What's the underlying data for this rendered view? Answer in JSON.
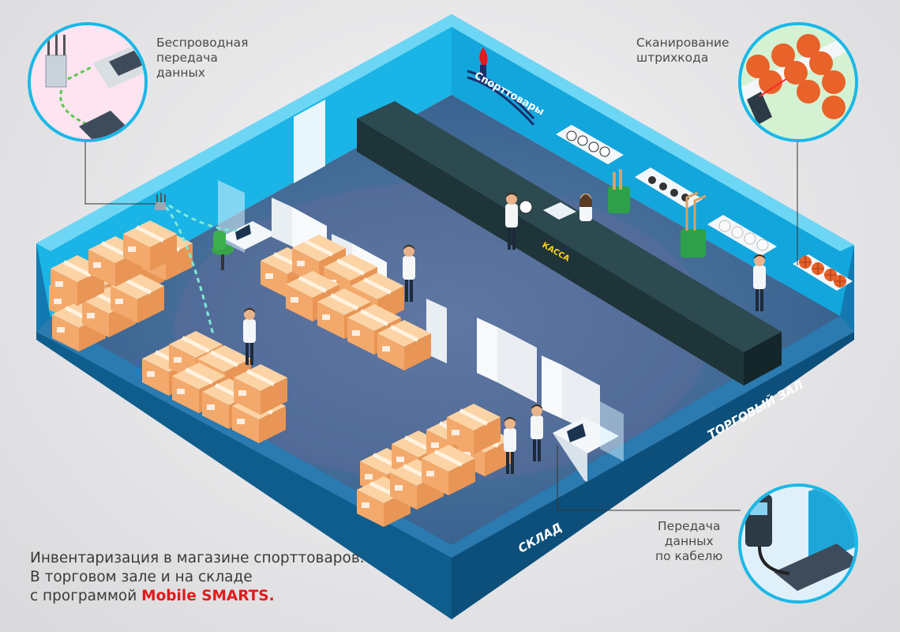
{
  "callouts": {
    "wireless": [
      "Беспроводная",
      "передача",
      "данных"
    ],
    "barcode": [
      "Сканирование",
      "штрихкода"
    ],
    "cable": [
      "Передача",
      "данных",
      "по кабелю"
    ]
  },
  "zones": {
    "store": "ТОРГОВЫЙ ЗАЛ",
    "warehouse": "СКЛАД",
    "cashier": "КАССА"
  },
  "store_sign": "Спорттовары",
  "caption": {
    "line1": "Инвентаризация в магазине спорттоваров.",
    "line2": "В торговом зале и на складе",
    "line3_prefix": "с программой ",
    "brand": "Mobile SMARTS."
  },
  "colors": {
    "wall": "#19b8e8",
    "floor": "#3f6a94",
    "counter": "#1e3438",
    "box": "#f0b27a",
    "brand": "#e3191b"
  }
}
